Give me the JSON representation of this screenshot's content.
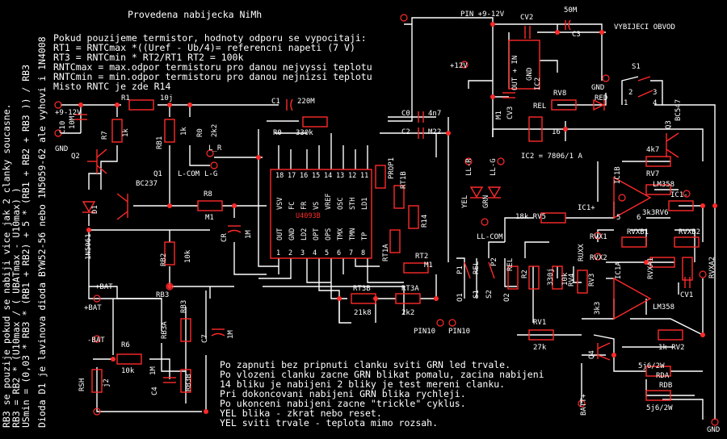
{
  "title": "Provedena nabijecka NiMh",
  "top_notes": [
    "Pokud pouzijeme termistor, hodnoty odporu se vypocitaji:",
    "RT1 = RNTCmax *((Uref - Ub/4)= referencni napeti (7 V)",
    "RT3 = RNTCmin * RT2/RT1  RT2 = 100k",
    "RNTCmax = max.odpor termistoru pro danou nejvyssi teplotu",
    "RNTCmin = min.odpor termistoru pro danou nejnizsi teplotu",
    "Misto RNTC je zde R14"
  ],
  "side_notes": [
    "RB3 se pouzije pokud se nabiji vice jak 2 clanky soucasne.",
    "RB3 = RB2 * (U10max / ( UBATmax - U10max) )",
    "USmin = (0,03 * RB3 * (RB1 + RB2) + 5 * (RB1 + RB2 + RB3 )) / RB3",
    "Dioda D1 je lavinova dioda BYW52-56 nebo 1N5059-62 ale vyhovi i 1N4008"
  ],
  "bottom_notes": [
    "Po zapnuti bez pripnuti clanku sviti GRN led trvale.",
    "Po vlozeni clanku zacne GRN blikat pomalu, zacina nabijeni",
    "14 bliku je nabijeni 2 bliky je test mereni clanku.",
    "Pri dokoncovani nabijeni GRN blika rychleji.",
    "Po ukonceni nabijeni zacne \"trickle\" cyklus.",
    "YEL blika - zkrat nebo reset.",
    "YEL sviti trvale - teplota mimo rozsah."
  ],
  "ic1": {
    "part": "U4093B",
    "pins_top": [
      "18",
      "17",
      "16",
      "15",
      "14",
      "13",
      "12",
      "11"
    ],
    "pins_bottom": [
      "1",
      "2",
      "3",
      "4",
      "5",
      "6",
      "7",
      "8"
    ],
    "names_top": [
      "VSV",
      "FC",
      "FR",
      "VS",
      "VREF",
      "OSC",
      "STH",
      "LD1"
    ],
    "names_bottom": [
      "OUT",
      "GND",
      "LD2",
      "OPT",
      "OPS",
      "TMX",
      "TMN",
      "TP"
    ]
  },
  "labels": {
    "plus9v": "+9-12V",
    "c10": "C10",
    "c10_val": "10M",
    "gnd_left": "GND",
    "q2": "Q2",
    "r1": "R1",
    "r1_val": "10j",
    "r7": "R7",
    "r7_val": "1k",
    "rb1": "RB1",
    "rb1_val": "1k",
    "r0_left": "R0",
    "r0_left_val": "2k2",
    "l_r": "L_R",
    "l_com": "L-COM",
    "l_g": "L-G",
    "q1": "Q1",
    "bc237": "BC237",
    "r8": "R8",
    "r8_val": "M1",
    "d1": "D1",
    "n5061": "1N5061",
    "rb2": "RB2",
    "rb2_val": "10k",
    "cr": "CR",
    "cr_val": "1M",
    "plus_bat": "+BAT",
    "plus_bat2": "+BAT",
    "rb3": "RB3",
    "c1": "C1",
    "c1_val": "220M",
    "r0": "R0",
    "r0_val": "330k",
    "c0": "C0",
    "c0_val": "4n7",
    "c2": "C2",
    "c2_val": "M22",
    "prop1": "PROP1",
    "rt1b": "RT1B",
    "r14": "R14",
    "rt1a": "RT1A",
    "rt2": "RT2",
    "m1": "M1",
    "rt3b": "RT3B",
    "rt3a": "RT3A",
    "rt3b_val": "21k8",
    "rt3a_val": "2k2",
    "pin0a": "PIN10",
    "pin0b": "PIN10",
    "pin9v": "PIN +9-12V",
    "cv2": "CV2",
    "c3_val": "50M",
    "c3": "C3",
    "vybijeci": "VYBIJECI OBVOD",
    "plus12v": "+12V",
    "gnd_ic2": "GND",
    "out_in": "OUT + IN",
    "ic2": "IC2",
    "gnd_top": "GND",
    "red_led": "RED",
    "m1b": "M1",
    "cv3": "CV3",
    "rel": "REL",
    "rv8": "RV8",
    "s1": "S1",
    "s1_p2": "2",
    "s1_p3": "3",
    "s1_p1": "1",
    "s1_p4": "4",
    "q3": "Q3",
    "bc547": "BC547",
    "rel_pin": "16",
    "ic2_desc": "IC2 = 7806/1 A",
    "r4k7": "4k7",
    "ic1b": "IC1B",
    "rv7": "RV7",
    "lm358_top": "LM358",
    "ic1_minus": "IC1-",
    "ic1_plus": "IC1+",
    "rv6": "3k3RV6",
    "pin5": "5",
    "pin6": "6",
    "rv5": "18k RV5",
    "ll_r": "LL-R",
    "ll_g": "LL-G",
    "yel": "YEL",
    "grn": "GRN",
    "ll_com": "LL-COM",
    "rvxb1": "RVXB1",
    "rvxb2": "RVXB2",
    "rvx1": "RVX1",
    "rvx2": "RVX2",
    "ruxx": "RUXX",
    "ic1a": "IC1A",
    "rvxa1": "RVXA1",
    "cv1": "CV1",
    "rvxa2": "RVXA2",
    "lm358_bot": "LM358",
    "rv4": "RV4",
    "rv3": "RV3",
    "rv3_val": "3k3",
    "r10k": "10k",
    "r330j": "330j",
    "r2": "R2",
    "p1": "P1",
    "p2": "P2",
    "rel2": "REL",
    "rel3": "REL",
    "o1": "O1",
    "s1b": "S1",
    "s2": "S2",
    "o2": "O2",
    "rv1": "RV1",
    "rv1_val": "27k",
    "q4": "Q4",
    "rv2": "1k RV2",
    "rda_val": "5j6/2W",
    "rda": "RDA",
    "rdb": "RDB",
    "rdb_val": "5j6/2W",
    "bat_plus": "BATT+",
    "gnd_right": "GND",
    "minus_bat": "-BAT",
    "r6": "R6",
    "r6_val": "10k",
    "rsh": "RSH",
    "rsh_val": "j2",
    "rb3a": "RB3A",
    "rb3_top": "RB3",
    "rb3b": "RB3B",
    "c4": "C4",
    "c4_val": "1M",
    "c7": "C7",
    "c7_val": "1M"
  }
}
